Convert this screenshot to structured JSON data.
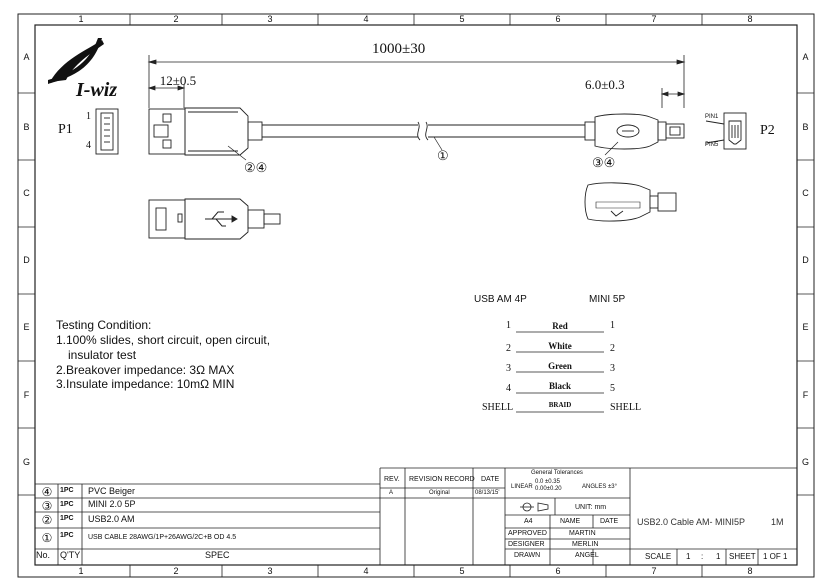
{
  "zones": {
    "columns": [
      "1",
      "2",
      "3",
      "4",
      "5",
      "6",
      "7",
      "8"
    ],
    "rows": [
      "A",
      "B",
      "C",
      "D",
      "E",
      "F",
      "G"
    ]
  },
  "logo": {
    "text": "I-wiz"
  },
  "dimensions": {
    "total_length": "1000±30",
    "plug_a_length": "12±0.5",
    "plug_b_length": "6.0±0.3"
  },
  "connectors": {
    "p1_label": "P1",
    "p1_pin_top": "1",
    "p1_pin_bottom": "4",
    "p2_label": "P2",
    "p2_pin_top": "PIN1",
    "p2_pin_bottom": "PIN5",
    "callout_cable": "①",
    "callout_a": "②④",
    "callout_b": "③④"
  },
  "testing": {
    "title": "Testing Condition:",
    "line1": "1.100% slides, short circuit, open circuit,",
    "line1b": "insulator test",
    "line2": "2.Breakover impedance: 3Ω MAX",
    "line3": "3.Insulate impedance: 10mΩ MIN"
  },
  "wiring": {
    "left_header": "USB AM 4P",
    "right_header": "MINI  5P",
    "rows": [
      {
        "left": "1",
        "color": "Red",
        "right": "1"
      },
      {
        "left": "2",
        "color": "White",
        "right": "2"
      },
      {
        "left": "3",
        "color": "Green",
        "right": "3"
      },
      {
        "left": "4",
        "color": "Black",
        "right": "5"
      },
      {
        "left": "SHELL",
        "color": "BRAID",
        "right": "SHELL"
      }
    ]
  },
  "bom": {
    "rows": [
      {
        "no": "④",
        "qty": "1PC",
        "spec": "PVC Beiger"
      },
      {
        "no": "③",
        "qty": "1PC",
        "spec": "MINI  2.0 5P"
      },
      {
        "no": "②",
        "qty": "1PC",
        "spec": "USB2.0 AM"
      },
      {
        "no": "①",
        "qty": "1PC",
        "spec": "USB CABLE 28AWG/1P+26AWG/2C+B  OD 4.5"
      }
    ],
    "header": {
      "no": "No.",
      "qty": "Q'TY",
      "spec": "SPEC"
    }
  },
  "title_block": {
    "rev_label": "REV.",
    "record_label": "REVISION RECORD",
    "date_label": "DATE",
    "rev": "A",
    "record": "Original",
    "date": "08/13/15'",
    "tolerance_title": "General Tolerances",
    "tolerance_linear": "LINEAR",
    "tolerance_vals": "0.0 ±0.35\n0.00±0.20",
    "tolerance_angles": "ANGLES ±3°",
    "unit": "UNIT: mm",
    "size": "A4",
    "name_label": "NAME",
    "date2_label": "DATE",
    "approved_label": "APPROVED",
    "approved": "MARTIN",
    "designer_label": "DESIGNER",
    "designer": "MERLIN",
    "drawn_label": "DRAWN",
    "drawn": "ANGEL",
    "part_name": "USB2.0 Cable AM- MINI5P",
    "length": "1M",
    "scale_label": "SCALE",
    "scale_1": "1",
    "scale_sep": ":",
    "scale_2": "1",
    "sheet_label": "SHEET",
    "sheet": "1  OF  1"
  }
}
